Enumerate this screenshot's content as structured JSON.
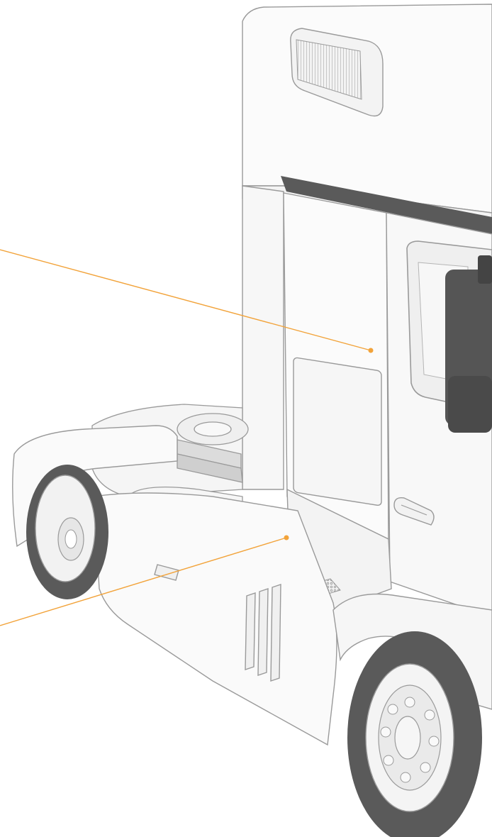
{
  "illustration": {
    "subject": "truck-tractor-line-illustration",
    "callouts": [
      {
        "id": "callout-cab-side-panel",
        "color": "#f2a33a"
      },
      {
        "id": "callout-chassis-step",
        "color": "#f2a33a"
      }
    ]
  },
  "colors": {
    "background": "#ffffff",
    "outline": "#9a9a9a",
    "panel": "#f7f7f7",
    "tire": "#5a5a5a",
    "mirror": "#555555",
    "accent": "#f2a33a"
  }
}
